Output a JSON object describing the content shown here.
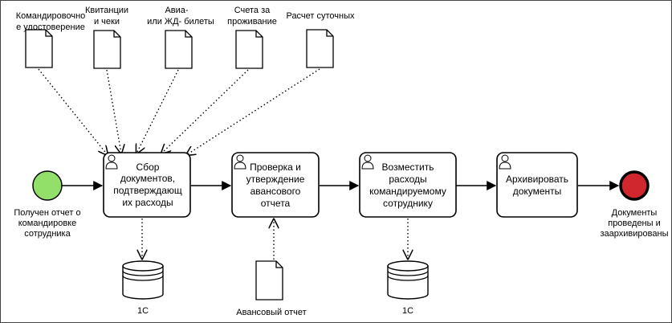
{
  "documents_top": [
    {
      "lines": [
        "Командировочно",
        "е удостоверение"
      ]
    },
    {
      "lines": [
        "Квитанции",
        "и чеки"
      ]
    },
    {
      "lines": [
        "Авиа-",
        "или ЖД- билеты"
      ]
    },
    {
      "lines": [
        "Счета за",
        "проживание"
      ]
    },
    {
      "lines": [
        "Расчет суточных"
      ]
    }
  ],
  "start_event": {
    "lines": [
      "Получен отчет о",
      "командировке",
      "сотрудника"
    ],
    "color": "#92e06a"
  },
  "tasks": [
    {
      "lines": [
        "Сбор",
        "документов,",
        "подтверждающ",
        "их расходы"
      ]
    },
    {
      "lines": [
        "Проверка и",
        "утверждение",
        "авансового",
        "отчета"
      ]
    },
    {
      "lines": [
        "Возместить",
        "расходы",
        "командируемому",
        "сотруднику"
      ]
    },
    {
      "lines": [
        "Архивировать",
        "документы"
      ]
    }
  ],
  "end_event": {
    "lines": [
      "Документы",
      "проведены и",
      "заархивированы"
    ],
    "color": "#d0272f"
  },
  "data_stores": [
    {
      "label": "1С"
    },
    {
      "label": "1С"
    }
  ],
  "document_bottom": {
    "label": "Авансовый отчет"
  }
}
